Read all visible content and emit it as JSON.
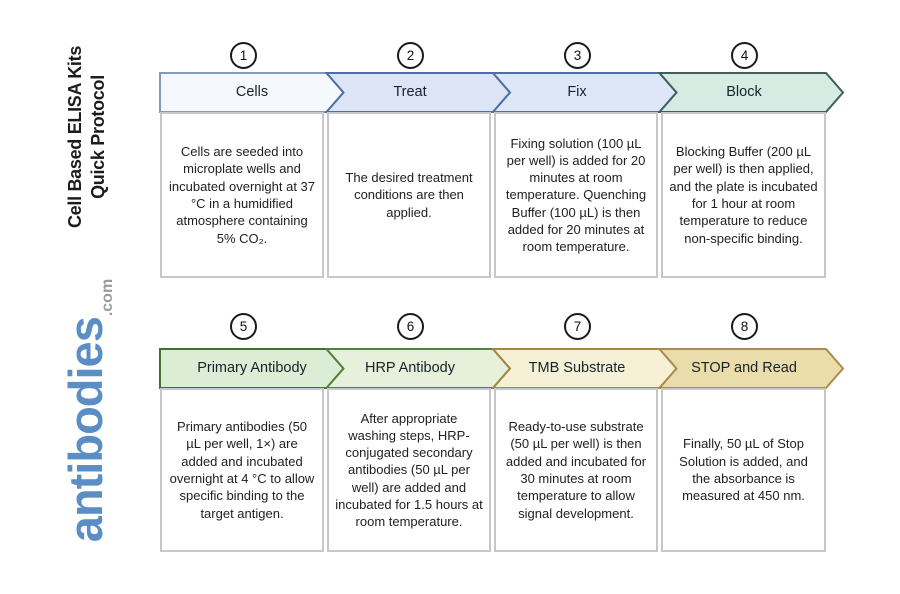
{
  "brand": {
    "title_line1": "Cell Based ELISA Kits",
    "title_line2": "Quick Protocol",
    "title_color": "#1c1c1c",
    "logo_text": "antibodies",
    "logo_suffix": ".com",
    "logo_color": "#5a8ec5",
    "logo_suffix_color": "#9a9a9a"
  },
  "steps": [
    {
      "number": "1",
      "label": "Cells",
      "description": "Cells are seeded into microplate wells and incubated overnight at 37 °C in a humidified atmosphere containing 5% CO₂.",
      "fill": "#f5f8fc",
      "stroke": "#7f9cba"
    },
    {
      "number": "2",
      "label": "Treat",
      "description": "The desired treatment conditions are then applied.",
      "fill": "#dce4f6",
      "stroke": "#4d6fa6"
    },
    {
      "number": "3",
      "label": "Fix",
      "description": "Fixing solution (100 µL per well) is added for 20 minutes at room temperature. Quenching Buffer (100 µL) is then added for 20 minutes at room temperature.",
      "fill": "#dee7f7",
      "stroke": "#4d6fa6"
    },
    {
      "number": "4",
      "label": "Block",
      "description": "Blocking Buffer (200 µL per well) is then applied, and the plate is incubated for 1 hour at room temperature to reduce non-specific binding.",
      "fill": "#d6ebe2",
      "stroke": "#3f5e5c"
    },
    {
      "number": "5",
      "label": "Primary Antibody",
      "description": "Primary antibodies (50 µL per well, 1×) are added and incubated overnight at 4 °C to allow specific binding to the target antigen.",
      "fill": "#dcedd6",
      "stroke": "#41702f"
    },
    {
      "number": "6",
      "label": "HRP Antibody",
      "description": "After appropriate washing steps, HRP-conjugated secondary antibodies (50 µL per well) are added and incubated for 1.5 hours at room temperature.",
      "fill": "#e7f0da",
      "stroke": "#567f3e"
    },
    {
      "number": "7",
      "label": "TMB Substrate",
      "description": "Ready-to-use substrate (50 µL per well) is then added and incubated for 30 minutes at room temperature to allow signal development.",
      "fill": "#f6f0d6",
      "stroke": "#a4873e"
    },
    {
      "number": "8",
      "label": "STOP and Read",
      "description": "Finally, 50 µL of Stop Solution is added, and the absorbance is measured at 450 nm.",
      "fill": "#ebdcac",
      "stroke": "#a98c4d"
    }
  ]
}
